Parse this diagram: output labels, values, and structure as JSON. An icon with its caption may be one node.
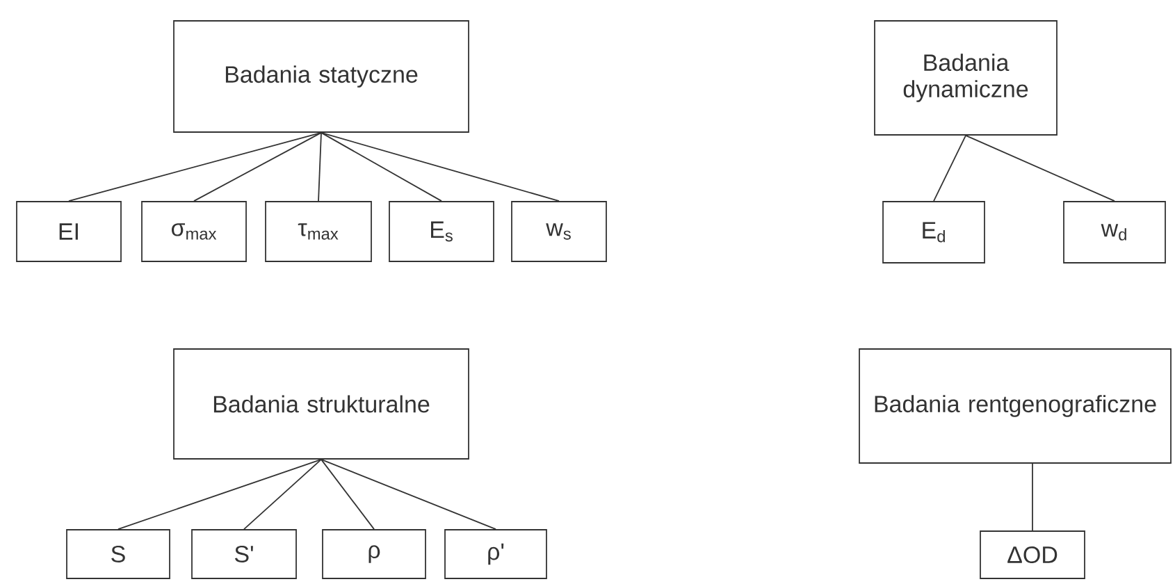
{
  "diagram": {
    "nodes": [
      {
        "text": [
          "Badania statyczne"
        ]
      },
      {
        "text": [
          "EI"
        ]
      },
      {
        "text": [
          "σ$_{max}$"
        ]
      },
      {
        "text": [
          "τ$_{max}$"
        ]
      },
      {
        "text": [
          "E$_{s}$"
        ]
      },
      {
        "text": [
          "w$_{s}$"
        ]
      },
      {
        "text": [
          "Badania dynamiczne"
        ]
      },
      {
        "text": [
          "E$_{d}$"
        ]
      },
      {
        "text": [
          "w$_{d}$"
        ]
      },
      {
        "text": [
          "Badania strukturalne"
        ]
      },
      {
        "text": [
          "S"
        ]
      },
      {
        "text": [
          "S'"
        ]
      },
      {
        "text": [
          "ρ"
        ]
      },
      {
        "text": [
          "ρ'"
        ]
      },
      {
        "text": [
          "Badania rentgenograficzne"
        ]
      },
      {
        "text": [
          "ΔOD"
        ]
      }
    ],
    "edges": [
      {
        "from": 0,
        "to": 1,
        "arrow": "none"
      },
      {
        "from": 0,
        "to": 2,
        "arrow": "none"
      },
      {
        "from": 0,
        "to": 3,
        "arrow": "none"
      },
      {
        "from": 0,
        "to": 4,
        "arrow": "none"
      },
      {
        "from": 0,
        "to": 5,
        "arrow": "none"
      },
      {
        "from": 6,
        "to": 7,
        "arrow": "none"
      },
      {
        "from": 6,
        "to": 8,
        "arrow": "none"
      },
      {
        "from": 9,
        "to": 10,
        "arrow": "none"
      },
      {
        "from": 9,
        "to": 11,
        "arrow": "none"
      },
      {
        "from": 9,
        "to": 12,
        "arrow": "none"
      },
      {
        "from": 9,
        "to": 13,
        "arrow": "none"
      },
      {
        "from": 14,
        "to": 15,
        "arrow": "none"
      }
    ]
  }
}
